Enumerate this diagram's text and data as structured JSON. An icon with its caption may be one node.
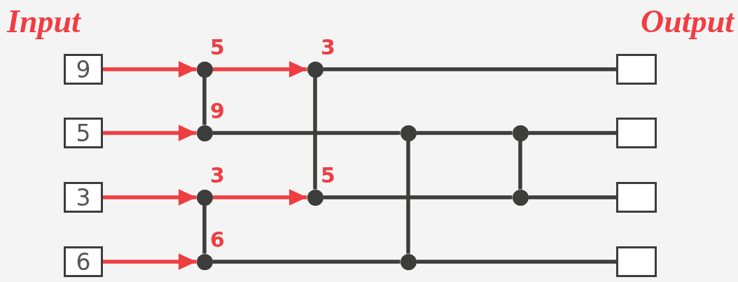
{
  "diagram": {
    "nodes": [
      {
        "text": [
          "9"
        ]
      },
      {
        "text": [
          "5"
        ]
      },
      {
        "text": [
          "3"
        ]
      },
      {
        "text": [
          "6"
        ]
      },
      {
        "text": [],
        "shape": "box"
      },
      {
        "text": [],
        "shape": "box"
      },
      {
        "text": [],
        "shape": "box"
      },
      {
        "text": [],
        "shape": "box"
      },
      {
        "text": [],
        "shape": "circle",
        "beside": [
          "5"
        ]
      },
      {
        "text": [],
        "shape": "circle",
        "beside": [
          "9"
        ]
      },
      {
        "text": [],
        "shape": "circle",
        "beside": [
          "3"
        ]
      },
      {
        "text": [],
        "shape": "circle",
        "beside": [
          "6"
        ]
      },
      {
        "text": [],
        "shape": "circle",
        "beside": [
          "3"
        ]
      },
      {
        "text": [],
        "shape": "circle",
        "beside": [
          "5"
        ]
      },
      {
        "text": [],
        "shape": "circle"
      },
      {
        "text": [],
        "shape": "circle"
      },
      {
        "text": [],
        "shape": "circle"
      },
      {
        "text": [],
        "shape": "circle"
      }
    ],
    "edges": [
      {
        "from": 0,
        "to": 8,
        "arrow": "to",
        "color": "#ef3e42"
      },
      {
        "from": 1,
        "to": 9,
        "arrow": "to",
        "color": "#ef3e42"
      },
      {
        "from": 2,
        "to": 10,
        "arrow": "to",
        "color": "#ef3e42"
      },
      {
        "from": 3,
        "to": 11,
        "arrow": "to",
        "color": "#ef3e42"
      },
      {
        "from": 8,
        "to": 12,
        "arrow": "to",
        "color": "#ef3e42"
      },
      {
        "from": 10,
        "to": 13,
        "arrow": "to",
        "color": "#ef3e42"
      },
      {
        "from": 12,
        "to": 4,
        "arrow": "none"
      },
      {
        "from": 9,
        "to": 14,
        "arrow": "none"
      },
      {
        "from": 14,
        "to": 16,
        "arrow": "none"
      },
      {
        "from": 16,
        "to": 5,
        "arrow": "none"
      },
      {
        "from": 13,
        "to": 17,
        "arrow": "none"
      },
      {
        "from": 17,
        "to": 6,
        "arrow": "none"
      },
      {
        "from": 11,
        "to": 15,
        "arrow": "none"
      },
      {
        "from": 15,
        "to": 7,
        "arrow": "none"
      },
      {
        "from": 8,
        "to": 9,
        "arrow": "none"
      },
      {
        "from": 10,
        "to": 11,
        "arrow": "none"
      },
      {
        "from": 12,
        "to": 13,
        "arrow": "none"
      },
      {
        "from": 14,
        "to": 15,
        "arrow": "none"
      },
      {
        "from": 16,
        "to": 17,
        "arrow": "none"
      }
    ],
    "labels": [
      "Input",
      "Output"
    ]
  }
}
